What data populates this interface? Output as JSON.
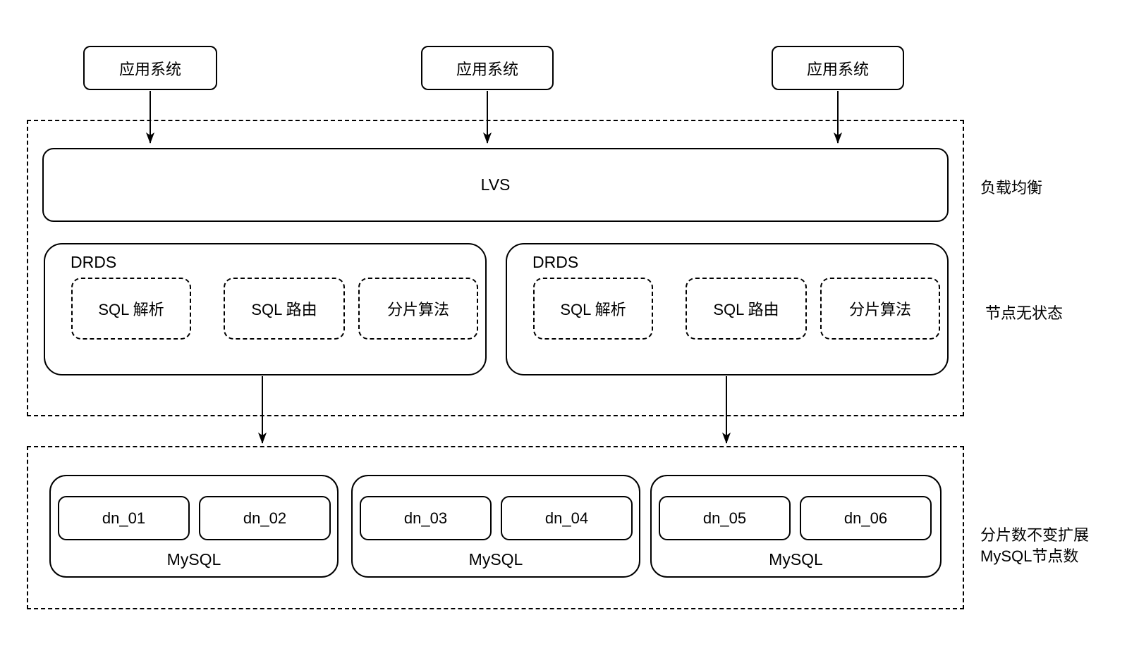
{
  "colors": {
    "stroke": "#000000",
    "background": "#ffffff",
    "text": "#000000"
  },
  "app_systems": [
    {
      "label": "应用系统"
    },
    {
      "label": "应用系统"
    },
    {
      "label": "应用系统"
    }
  ],
  "load_balancer": {
    "label": "LVS"
  },
  "drds": [
    {
      "title": "DRDS",
      "modules": [
        {
          "label": "SQL 解析"
        },
        {
          "label": "SQL 路由"
        },
        {
          "label": "分片算法"
        }
      ]
    },
    {
      "title": "DRDS",
      "modules": [
        {
          "label": "SQL 解析"
        },
        {
          "label": "SQL 路由"
        },
        {
          "label": "分片算法"
        }
      ]
    }
  ],
  "mysql_clusters": [
    {
      "label": "MySQL",
      "nodes": [
        {
          "label": "dn_01"
        },
        {
          "label": "dn_02"
        }
      ]
    },
    {
      "label": "MySQL",
      "nodes": [
        {
          "label": "dn_03"
        },
        {
          "label": "dn_04"
        }
      ]
    },
    {
      "label": "MySQL",
      "nodes": [
        {
          "label": "dn_05"
        },
        {
          "label": "dn_06"
        }
      ]
    }
  ],
  "annotations": {
    "load_balancing": "负载均衡",
    "stateless_nodes": "节点无状态",
    "scaling_line1": "分片数不变扩展",
    "scaling_line2": "MySQL节点数"
  }
}
